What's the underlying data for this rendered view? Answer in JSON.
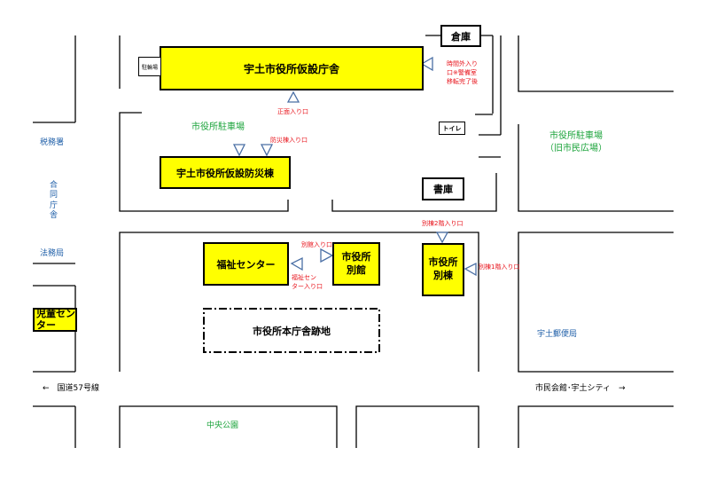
{
  "buildings": {
    "main_office": "宇土市役所仮設庁舎",
    "bike_parking": "駐輪場",
    "warehouse": "倉庫",
    "toilet": "トイレ",
    "disaster_bldg": "宇土市役所仮設防災棟",
    "archive": "書庫",
    "welfare_center": "福祉センター",
    "annex": "市役所\n別館",
    "annex_annex": "市役所\n別棟",
    "former_site": "市役所本庁舎跡地",
    "childrens_center": "児童セン\nター"
  },
  "entrances": {
    "after_hours": "時間外入り\n口※警備室\n移転完了後",
    "front": "正面入り口",
    "disaster": "防災棟入り口",
    "annex2f": "別棟2階入り口",
    "annex1f": "別棟1階入り口",
    "bekkan": "別館入り口",
    "welfare": "福祉セン\nター入り口"
  },
  "places": {
    "parking": "市役所駐車場",
    "parking2": "市役所駐車場\n（旧市民広場）",
    "tax_office": "税務署",
    "joint_office": "合\n同\n庁\n舎",
    "legal_office": "法務局",
    "post_office": "宇土郵便局",
    "park": "中央公園"
  },
  "roads": {
    "route57": "←　国道57号線",
    "civic_hall": "市民会館･宇土シティ　→"
  },
  "colors": {
    "building_fill": "#ffff00",
    "entrance_text": "#e8141c",
    "park_text": "#1aa33a",
    "public_text": "#1f5fa8",
    "arrow": "#4a6fa5"
  }
}
